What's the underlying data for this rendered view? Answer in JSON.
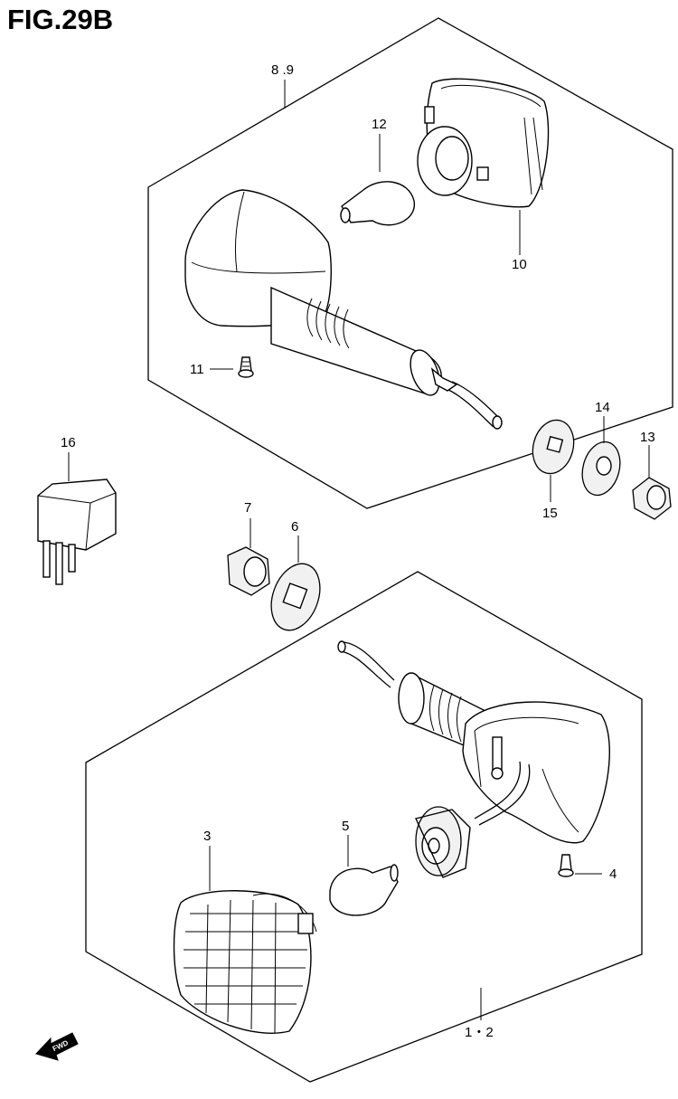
{
  "figure": {
    "title": "FIG.29B"
  },
  "labels": {
    "p89": "8 .9",
    "p12": "12",
    "p10": "10",
    "p11": "11",
    "p14": "14",
    "p13": "13",
    "p15": "15",
    "p16": "16",
    "p7": "7",
    "p6": "6",
    "p3": "3",
    "p5": "5",
    "p4": "4",
    "p12b": "1・2"
  },
  "direction": {
    "text": "FWD"
  }
}
